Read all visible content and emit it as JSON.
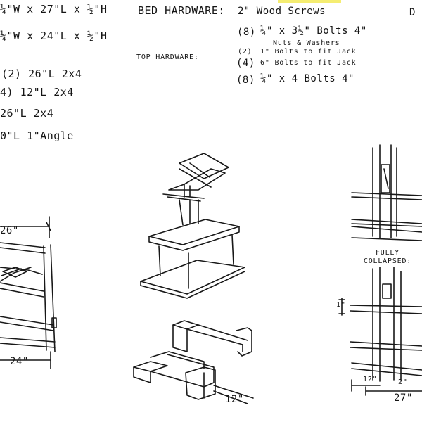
{
  "cut_list": [
    "¼\"W x 27\"L x ½\"H",
    "¼\"W x 24\"L x ½\"H",
    "(2) 26\"L  2x4",
    "4) 12\"L  2x4",
    "26\"L  2x4",
    "0\"L  1\"Angle"
  ],
  "bed_hardware": {
    "heading": "BED HARDWARE:",
    "screws": "2\" Wood Screws",
    "items": [
      {
        "qty": "(8)",
        "text": "¼\" x 3½\" Bolts 4\""
      },
      {
        "qty": "",
        "text": "Nuts & Washers"
      }
    ]
  },
  "top_hardware": {
    "heading": "TOP HARDWARE:",
    "items": [
      {
        "qty": "(2)",
        "text": "1\" Bolts to fit Jack"
      },
      {
        "qty": "(4)",
        "text": "6\" Bolts to fit Jack"
      },
      {
        "qty": "(8)",
        "text": "¼\" x 4 Bolts 4\""
      }
    ]
  },
  "corner_label": "D",
  "dimensions": {
    "left_top": "26\"",
    "left_bottom": "24\"",
    "center_bottom": "12\"",
    "right_side": "1\"",
    "right_bottom_small": "12\"",
    "right_bottom_small2": "2\"",
    "right_bottom": "27\""
  },
  "fully_collapsed": "FULLY COLLAPSED:",
  "colors": {
    "ink": "#181818",
    "highlight": "#f2e94e",
    "paper": "#ffffff"
  }
}
